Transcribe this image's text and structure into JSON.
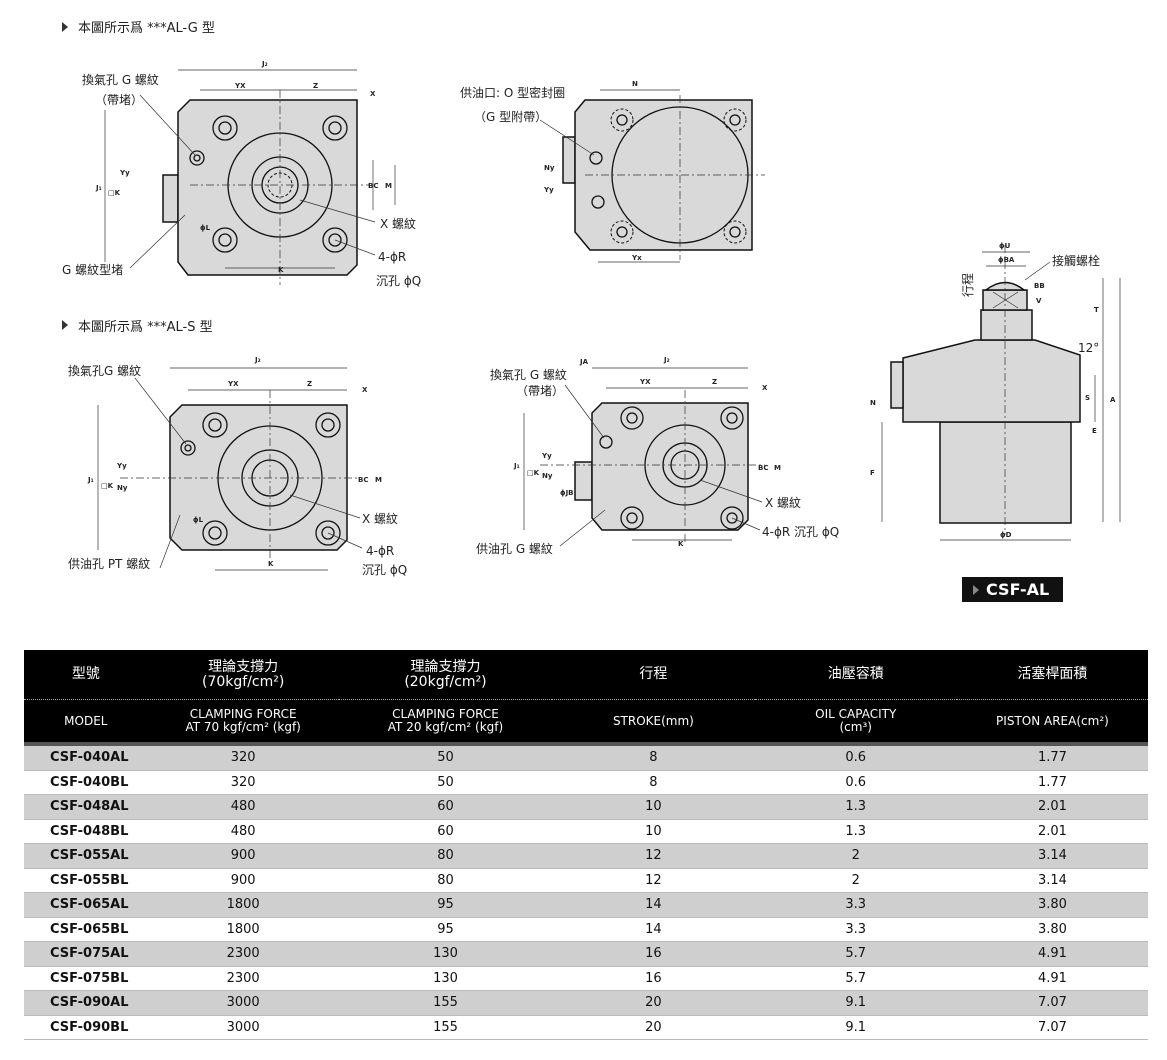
{
  "drawing1": {
    "caption": "本圖所示爲 ***AL-G 型",
    "vent": "換氣孔 G 螺紋",
    "vent_plug": "（帶堵）",
    "plug": "G 螺紋型堵",
    "x_thread": "X 螺紋",
    "holes": "4-ϕR",
    "counterbore": "沉孔 ϕQ",
    "dims": {
      "J2": "J₂",
      "YX": "YX",
      "Z": "Z",
      "X": "X",
      "K": "K",
      "BC": "BC",
      "M": "M",
      "Yy": "Yy",
      "J1": "J₁",
      "SK": "□K",
      "L": "ϕL"
    }
  },
  "drawing2": {
    "supply": "供油口: O 型密封圈",
    "supply_note": "（G 型附帶）",
    "dims": {
      "N": "N",
      "Ny": "Ny",
      "Yy": "Yy",
      "Yx": "Yx"
    }
  },
  "drawing3": {
    "caption": "本圖所示爲 ***AL-S 型",
    "vent": "換氣孔G 螺紋",
    "supply": "供油孔 PT 螺紋",
    "x_thread": "X 螺紋",
    "holes": "4-ϕR",
    "counterbore": "沉孔 ϕQ",
    "dims": {
      "J2": "J₂",
      "YX": "YX",
      "Z": "Z",
      "X": "X",
      "K": "K",
      "BC": "BC",
      "M": "M",
      "Yy": "Yy",
      "Ny": "Ny",
      "J1": "J₁",
      "SK": "□K",
      "L": "ϕL"
    }
  },
  "drawing4": {
    "vent": "換氣孔 G 螺紋",
    "vent_plug": "（帶堵）",
    "supply": "供油孔 G 螺紋",
    "x_thread": "X 螺紋",
    "holes_cb": "4-ϕR  沉孔 ϕQ",
    "dims": {
      "JA": "JA",
      "J2": "J₂",
      "YX": "YX",
      "Z": "Z",
      "X": "X",
      "K": "K",
      "BC": "BC",
      "M": "M",
      "Yy": "Yy",
      "Ny": "Ny",
      "J1": "J₁",
      "SK": "□K",
      "JB": "ϕJB"
    }
  },
  "drawing5": {
    "contact_bolt": "接觸螺栓",
    "stroke": "行程",
    "angle": "12°",
    "dims": {
      "U": "ϕU",
      "BA": "ϕBA",
      "BB": "BB",
      "V": "V",
      "T": "T",
      "S": "S",
      "A": "A",
      "E": "E",
      "N": "N",
      "F": "F",
      "D": "ϕD"
    }
  },
  "badge": "CSF-AL",
  "table": {
    "headers_zh": [
      "型號",
      "理論支撐力\n(70kgf/cm²)",
      "理論支撐力\n(20kgf/cm²)",
      "行程",
      "油壓容積",
      "活塞桿面積"
    ],
    "headers_en": [
      "MODEL",
      "CLAMPING FORCE\nAT 70 kgf/cm² (kgf)",
      "CLAMPING FORCE\nAT 20 kgf/cm² (kgf)",
      "STROKE(mm)",
      "OIL CAPACITY\n(cm³)",
      "PISTON AREA(cm²)"
    ],
    "rows": [
      [
        "CSF-040AL",
        "320",
        "50",
        "8",
        "0.6",
        "1.77"
      ],
      [
        "CSF-040BL",
        "320",
        "50",
        "8",
        "0.6",
        "1.77"
      ],
      [
        "CSF-048AL",
        "480",
        "60",
        "10",
        "1.3",
        "2.01"
      ],
      [
        "CSF-048BL",
        "480",
        "60",
        "10",
        "1.3",
        "2.01"
      ],
      [
        "CSF-055AL",
        "900",
        "80",
        "12",
        "2",
        "3.14"
      ],
      [
        "CSF-055BL",
        "900",
        "80",
        "12",
        "2",
        "3.14"
      ],
      [
        "CSF-065AL",
        "1800",
        "95",
        "14",
        "3.3",
        "3.80"
      ],
      [
        "CSF-065BL",
        "1800",
        "95",
        "14",
        "3.3",
        "3.80"
      ],
      [
        "CSF-075AL",
        "2300",
        "130",
        "16",
        "5.7",
        "4.91"
      ],
      [
        "CSF-075BL",
        "2300",
        "130",
        "16",
        "5.7",
        "4.91"
      ],
      [
        "CSF-090AL",
        "3000",
        "155",
        "20",
        "9.1",
        "7.07"
      ],
      [
        "CSF-090BL",
        "3000",
        "155",
        "20",
        "9.1",
        "7.07"
      ]
    ]
  }
}
